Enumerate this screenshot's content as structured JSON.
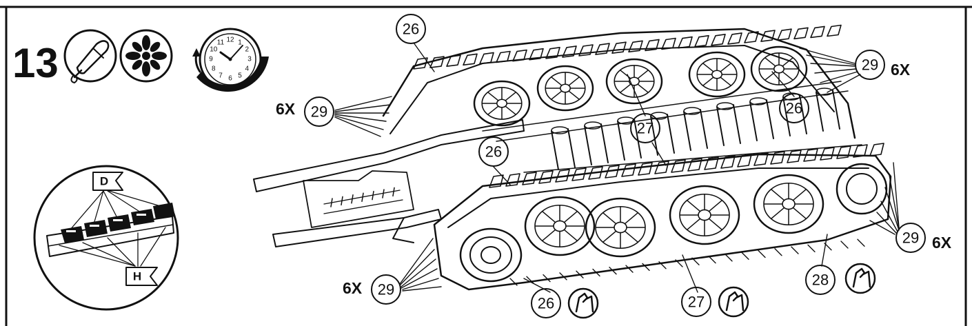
{
  "step": {
    "number": "13"
  },
  "icons": [
    {
      "name": "glue-tube-icon"
    },
    {
      "name": "paint-splat-icon"
    },
    {
      "name": "drying-clock-icon"
    }
  ],
  "clock_numerals": [
    "12",
    "1",
    "2",
    "3",
    "4",
    "5",
    "6",
    "7",
    "8",
    "9",
    "10",
    "11"
  ],
  "detail_inset": {
    "flag_top": "D",
    "flag_bottom": "H"
  },
  "callouts": {
    "c26_top": "26",
    "c26_right": "26",
    "c26_mid": "26",
    "c26_bottom": "26",
    "c27_mid": "27",
    "c27_bottom": "27",
    "c28_bottom": "28",
    "c29_top_right": "29",
    "c29_left": "29",
    "c29_right": "29",
    "c29_bottom_left": "29"
  },
  "quantities": {
    "q_top_right": "6X",
    "q_left": "6X",
    "q_right": "6X",
    "q_bottom_left": "6X"
  }
}
